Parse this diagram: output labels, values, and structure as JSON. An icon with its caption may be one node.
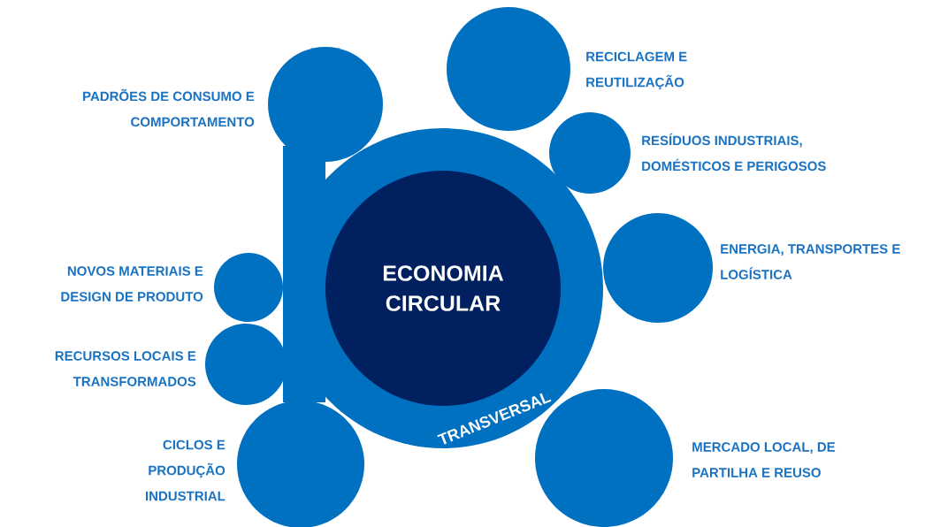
{
  "diagram": {
    "nodes": [
      {
        "text": [
          "TRANSVERSAL"
        ]
      },
      {
        "text": [
          "ECONOMIA CIRCULAR"
        ],
        "in": 0
      },
      {
        "text": [],
        "shape": "circle",
        "beside": [
          "PADRÕES DE CONSUMO E COMPORTAMENTO"
        ]
      },
      {
        "text": [],
        "shape": "circle",
        "beside": [
          "RECICLAGEM E REUTILIZAÇÃO"
        ]
      },
      {
        "text": [],
        "shape": "circle",
        "beside": [
          "RESÍDUOS INDUSTRIAIS, DOMÉSTICOS E PERIGOSOS"
        ]
      },
      {
        "text": [],
        "shape": "circle",
        "beside": [
          "ENERGIA, TRANSPORTES E LOGÍSTICA"
        ]
      },
      {
        "text": [],
        "shape": "circle",
        "beside": [
          "NOVOS MATERIAIS E DESIGN DE PRODUTO"
        ]
      },
      {
        "text": [],
        "shape": "circle",
        "beside": [
          "RECURSOS LOCAIS E TRANSFORMADOS"
        ]
      },
      {
        "text": [],
        "shape": "circle",
        "beside": [
          "CICLOS E PRODUÇÃO INDUSTRIAL"
        ]
      },
      {
        "text": [],
        "shape": "circle",
        "beside": [
          "MERCADO LOCAL, DE PARTILHA E REUSO"
        ]
      }
    ]
  }
}
